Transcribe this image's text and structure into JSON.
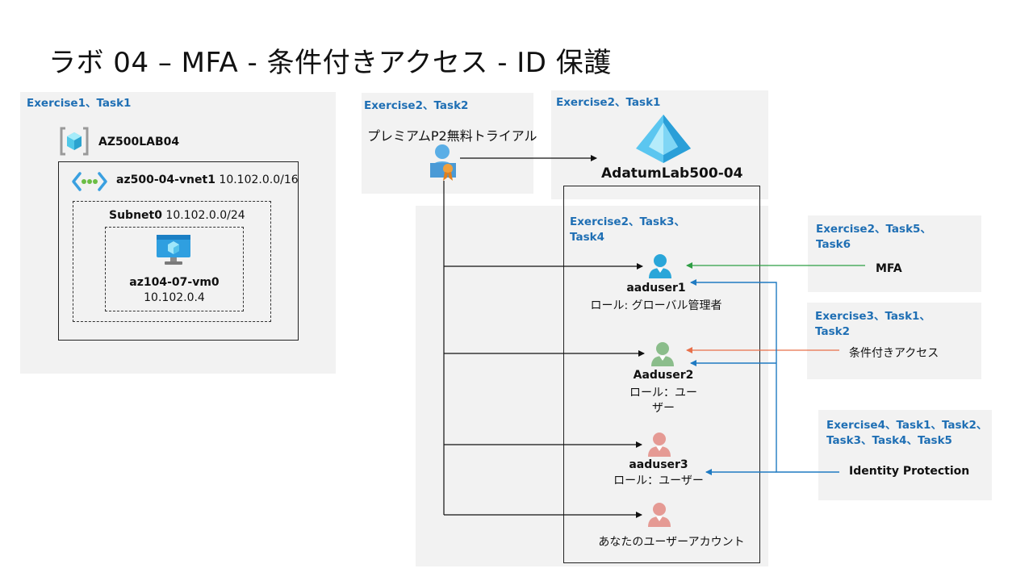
{
  "title": "ラボ 04 – MFA - 条件付きアクセス - ID 保護",
  "left_panel": {
    "exercise": "Exercise1、Task1",
    "resource_group": "AZ500LAB04",
    "vnet_name": "az500-04-vnet1",
    "vnet_cidr": "10.102.0.0/16",
    "subnet_name": "Subnet0",
    "subnet_cidr": "10.102.0.0/24",
    "vm_name": "az104-07-vm0",
    "vm_ip": "10.102.0.4"
  },
  "trial_panel": {
    "exercise": "Exercise2、Task2",
    "label": "プレミアムP2無料トライアル"
  },
  "tenant_panel": {
    "exercise": "Exercise2、Task1",
    "tenant_name": "AdatumLab500-04"
  },
  "users_panel": {
    "exercise_line1": "Exercise2、Task3、",
    "exercise_line2": "Task4",
    "users": [
      {
        "name": "aaduser1",
        "role": "ロール: グローバル管理者"
      },
      {
        "name": "Aaduser2",
        "role_line1": "ロール：ユー",
        "role_line2": "ザー"
      },
      {
        "name": "aaduser3",
        "role": "ロール：ユーザー"
      },
      {
        "name": "あなたのユーザーアカウント"
      }
    ]
  },
  "mfa_panel": {
    "exercise_line1": "Exercise2、Task5、",
    "exercise_line2": "Task6",
    "label": "MFA"
  },
  "ca_panel": {
    "exercise_line1": "Exercise3、Task1、",
    "exercise_line2": "Task2",
    "label": "条件付きアクセス"
  },
  "ip_panel": {
    "exercise_line1": "Exercise4、Task1、Task2、",
    "exercise_line2": "Task3、Task4、Task5",
    "label": "Identity Protection"
  },
  "colors": {
    "exercise_text": "#1f6fb4",
    "panel_bg": "#f2f2f2",
    "mfa_arrow": "#2e9e44",
    "ca_arrow": "#e8704a",
    "ip_arrow": "#1f7ac2",
    "user_blue": "#2aa6d9",
    "user_green": "#8bbd8b",
    "user_pink": "#e59a94"
  }
}
